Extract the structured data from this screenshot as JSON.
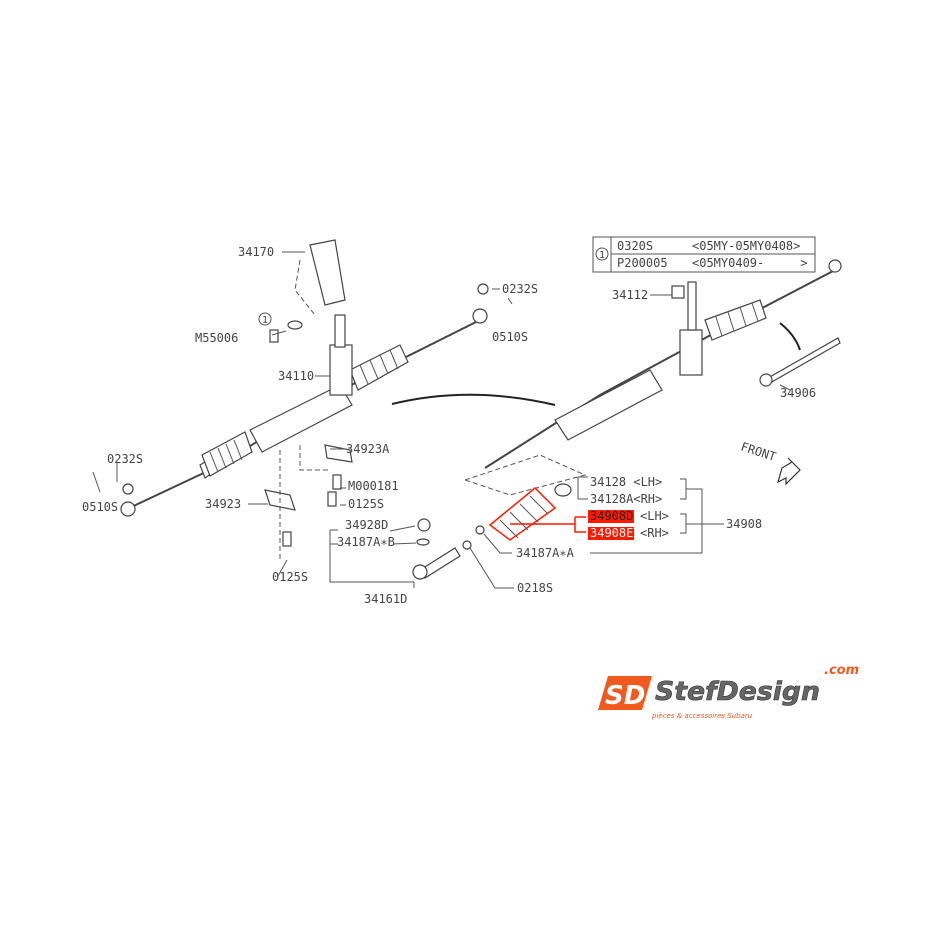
{
  "labels": {
    "p34170": "34170",
    "callout1": "1",
    "m55006": "M55006",
    "p0232s_r": "0232S",
    "p0510s_r": "0510S",
    "p34110": "34110",
    "p34923a": "34923A",
    "p0232s_l": "0232S",
    "m000181": "M000181",
    "p0510s_l": "0510S",
    "p0125s_a": "0125S",
    "p34923": "34923",
    "p34928d": "34928D",
    "p34187ab": "34187A∗B",
    "p0125s_b": "0125S",
    "p34161d": "34161D",
    "p0218s": "0218S",
    "p34187aa": "34187A∗A",
    "p34128": "34128 <LH>",
    "p34128a": "34128A<RH>",
    "p34908d": "34908D",
    "p34908d_side": "<LH>",
    "p34908e": "34908E",
    "p34908e_side": "<RH>",
    "p34908": "34908",
    "p34112": "34112",
    "p34906": "34906",
    "front": "FRONT"
  },
  "table": {
    "callout": "1",
    "rows": [
      {
        "part": "0320S",
        "range": "<05MY-05MY0408>"
      },
      {
        "part": "P200005",
        "range": "<05MY0409-     >"
      }
    ]
  },
  "logo": {
    "brand": "StefDesign",
    "domain": ".com",
    "tagline": "pièces & accessoires Subaru",
    "monogram": "SD"
  },
  "colors": {
    "highlight": "#ff1a00",
    "logo_orange": "#f05a1e",
    "logo_gray": "#666666"
  }
}
